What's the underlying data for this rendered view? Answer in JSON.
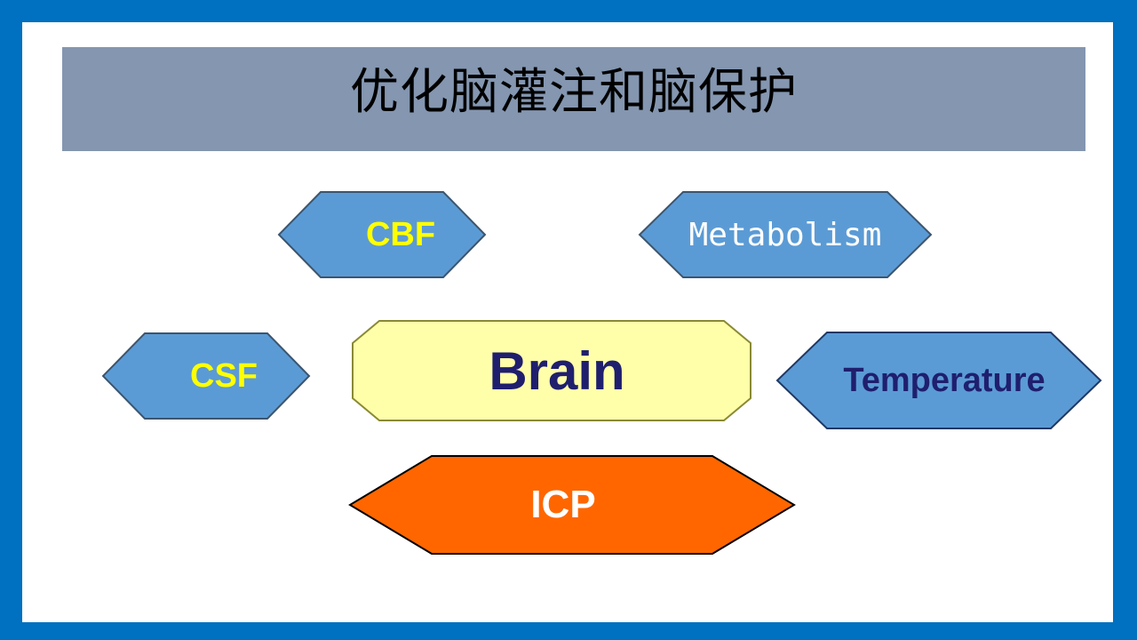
{
  "slide": {
    "frame_color": "#0070c0",
    "canvas_color": "#ffffff",
    "title_bar_color": "#8496b0"
  },
  "title": {
    "text": "优化脑灌注和脑保护",
    "color": "#000000"
  },
  "shapes": [
    {
      "id": "cbf",
      "label": "CBF",
      "shape": "hexagon",
      "fill": "#5b9bd5",
      "stroke": "#41719c",
      "text_color": "#ffff00"
    },
    {
      "id": "metabolism",
      "label": "Metabolism",
      "shape": "hexagon",
      "fill": "#5b9bd5",
      "stroke": "#41719c",
      "text_color": "#ffffff"
    },
    {
      "id": "csf",
      "label": "CSF",
      "shape": "hexagon",
      "fill": "#5b9bd5",
      "stroke": "#41719c",
      "text_color": "#ffff00"
    },
    {
      "id": "brain",
      "label": "Brain",
      "shape": "octagon",
      "fill": "#ffffaa",
      "stroke": "#8a8a34",
      "text_color": "#1f1f6e"
    },
    {
      "id": "temperature",
      "label": "Temperature",
      "shape": "hexagon",
      "fill": "#5b9bd5",
      "stroke": "#1f3864",
      "text_color": "#1f1f6e"
    },
    {
      "id": "icp",
      "label": "ICP",
      "shape": "hexagon",
      "fill": "#ff6600",
      "stroke": "#000000",
      "text_color": "#ffffff"
    }
  ]
}
